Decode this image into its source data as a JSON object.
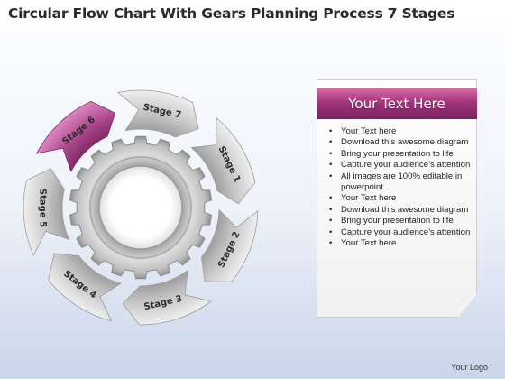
{
  "title": "Circular Flow Chart With Gears Planning Process 7 Stages",
  "stages": [
    {
      "label": "Stage 1",
      "highlight": false
    },
    {
      "label": "Stage 2",
      "highlight": false
    },
    {
      "label": "Stage 3",
      "highlight": false
    },
    {
      "label": "Stage 4",
      "highlight": false
    },
    {
      "label": "Stage 5",
      "highlight": false
    },
    {
      "label": "Stage 6",
      "highlight": true
    },
    {
      "label": "Stage 7",
      "highlight": false
    }
  ],
  "panel": {
    "header": "Your Text Here",
    "bullets": [
      "Your Text here",
      "Download this awesome diagram",
      "Bring your presentation to life",
      "Capture your audience’s attention",
      "All images are 100% editable in powerpoint",
      "Your Text here",
      "Download this awesome diagram",
      "Bring your presentation to life",
      "Capture your audience’s attention",
      "Your Text here"
    ]
  },
  "logo": "Your Logo",
  "colors": {
    "highlight": "#a34283",
    "segment": "#b9b9b9",
    "gear": "#c8c8c8",
    "panel_header": "#a0357a"
  }
}
